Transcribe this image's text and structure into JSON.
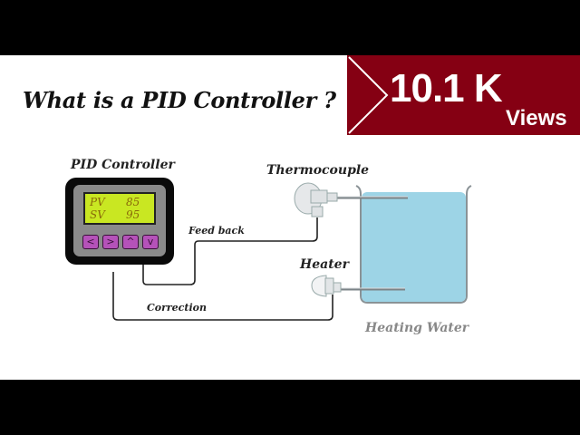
{
  "title": "What is a PID Controller ?",
  "views_badge": {
    "count": "10.1 K",
    "label": "Views",
    "color": "#850013",
    "icon": "play-arrow-icon"
  },
  "diagram": {
    "controller": {
      "label": "PID Controller",
      "display": {
        "rows": [
          {
            "name": "PV",
            "value": "85"
          },
          {
            "name": "SV",
            "value": "95"
          }
        ]
      },
      "buttons": [
        {
          "glyph": "<",
          "icon": "left-arrow-icon"
        },
        {
          "glyph": ">",
          "icon": "right-arrow-icon"
        },
        {
          "glyph": "^",
          "icon": "up-arrow-icon"
        },
        {
          "glyph": "v",
          "icon": "down-arrow-icon"
        }
      ]
    },
    "thermocouple": {
      "label": "Thermocouple"
    },
    "heater": {
      "label": "Heater"
    },
    "tank": {
      "label": "Heating Water",
      "water_color": "#9dd4e6"
    },
    "signals": {
      "feedback": "Feed back",
      "correction": "Correction"
    }
  }
}
